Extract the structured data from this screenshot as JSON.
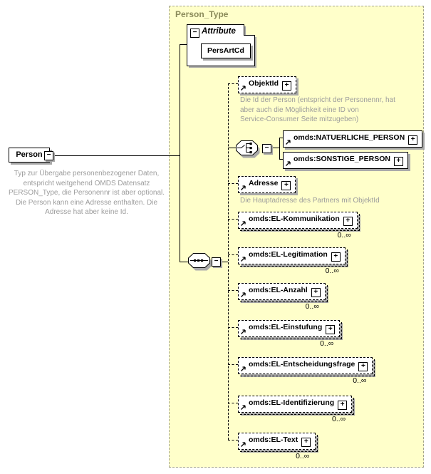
{
  "container": {
    "label": "Person_Type"
  },
  "root": {
    "label": "Person",
    "annotation": "Typ zur Übergabe personenbezogener Daten,\nentspricht weitgehend OMDS Datensatz\nPERSON_Type, die Personennr ist aber optional.\nDie Person kann eine Adresse enthalten. Die\nAdresse hat aber keine Id."
  },
  "attributes": {
    "label": "Attribute",
    "items": [
      {
        "name": "PersArtCd"
      }
    ]
  },
  "children": [
    {
      "name": "ObjektId",
      "annotation": "Die Id der Person (entspricht der Personennr, hat\naber auch die Möglichkeit eine ID von\nService-Consumer Seite mitzugeben)"
    },
    {
      "name": "omds:NATUERLICHE_PERSON"
    },
    {
      "name": "omds:SONSTIGE_PERSON"
    },
    {
      "name": "Adresse",
      "annotation": "Die Hauptadresse des Partners mit ObjektId"
    },
    {
      "name": "omds:EL-Kommunikation",
      "occurrence": "0..∞"
    },
    {
      "name": "omds:EL-Legitimation",
      "occurrence": "0..∞"
    },
    {
      "name": "omds:EL-Anzahl",
      "occurrence": "0..∞"
    },
    {
      "name": "omds:EL-Einstufung",
      "occurrence": "0..∞"
    },
    {
      "name": "omds:EL-Entscheidungsfrage",
      "occurrence": "0..∞"
    },
    {
      "name": "omds:EL-Identifizierung",
      "occurrence": "0..∞"
    },
    {
      "name": "omds:EL-Text",
      "occurrence": "0..∞"
    }
  ],
  "icons": {
    "expand": "+",
    "collapse": "−"
  },
  "colors": {
    "container_bg": "#ffffca",
    "container_border": "#a3a38e",
    "container_label": "#8b8b5a",
    "annotation_text": "#9c9c9c",
    "shadow": "#a9a9a9",
    "line": "#000000"
  }
}
